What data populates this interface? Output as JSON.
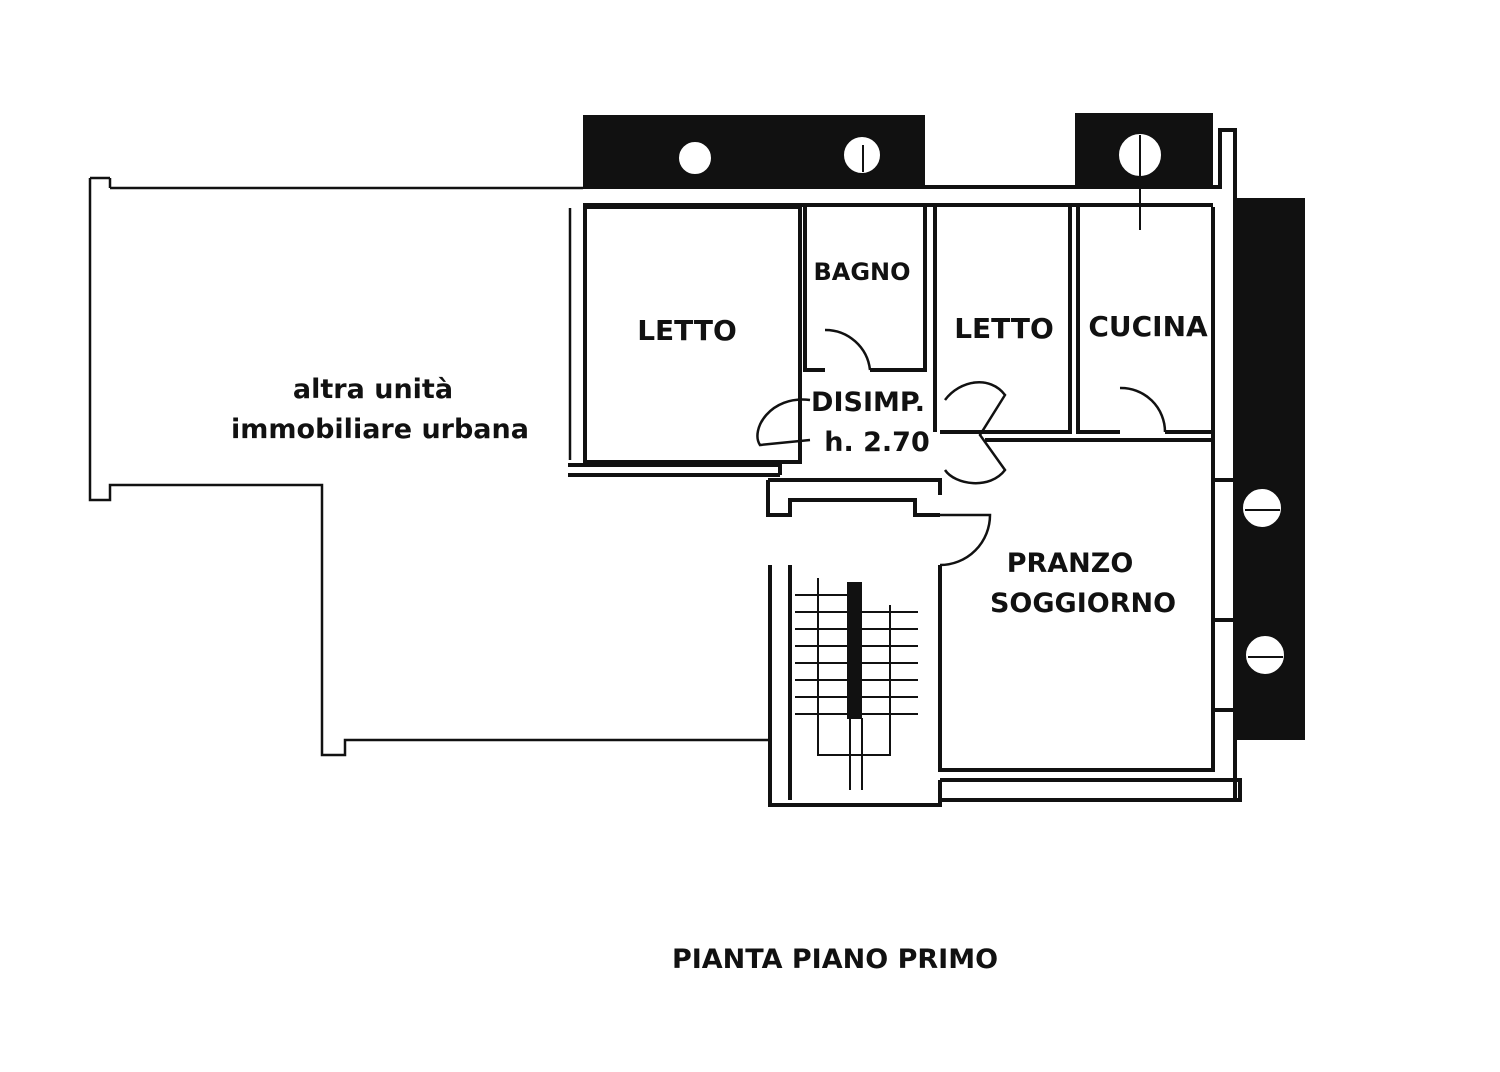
{
  "plan": {
    "title": "PIANTA PIANO PRIMO",
    "other_unit": [
      "altra unità",
      "immobiliare urbana"
    ],
    "rooms": {
      "letto_1": "LETTO",
      "bagno": "BAGNO",
      "letto_2": "LETTO",
      "cucina": "CUCINA",
      "disimpegno": "DISIMP.",
      "height": "h. 2.70",
      "pranzo": "PRANZO",
      "soggiorno": "SOGGIORNO"
    }
  }
}
